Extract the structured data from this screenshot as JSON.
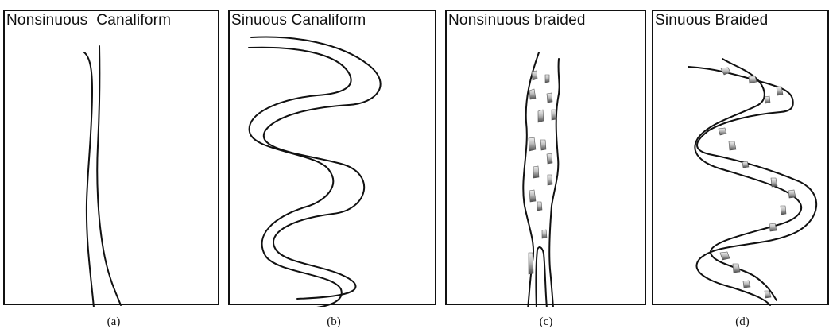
{
  "panels": [
    {
      "title": "Nonsinuous  Canaliform",
      "caption": "(a)"
    },
    {
      "title": "Sinuous Canaliform",
      "caption": "(b)"
    },
    {
      "title": "Nonsinuous braided",
      "caption": "(c)"
    },
    {
      "title": "Sinuous Braided",
      "caption": "(d)"
    }
  ],
  "colors": {
    "line": "#111111",
    "bar_light": "#f2f2f2",
    "bar_dark": "#4a4a4a"
  }
}
